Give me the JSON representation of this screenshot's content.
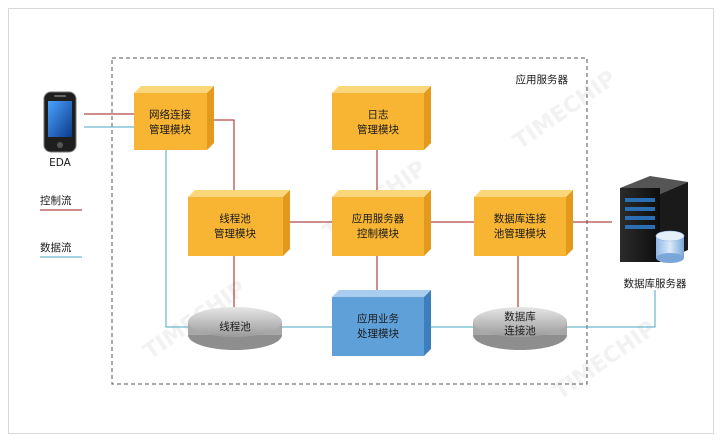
{
  "server_label": "应用服务器",
  "eda_label": "EDA",
  "db_server_label": "数据库服务器",
  "legend": {
    "control_label": "控制流",
    "data_label": "数据流",
    "control_color": "#9e1c1c",
    "data_color": "#4aa8c0"
  },
  "modules": {
    "network": [
      "网络连接",
      "管理模块"
    ],
    "log": [
      "日志",
      "管理模块"
    ],
    "threadpool_mgr": [
      "线程池",
      "管理模块"
    ],
    "app_control": [
      "应用服务器",
      "控制模块"
    ],
    "db_pool_mgr": [
      "数据库连接",
      "池管理模块"
    ],
    "thread_pool": [
      "线程池"
    ],
    "business": [
      "应用业务",
      "处理模块"
    ],
    "db_pool": [
      "数据库",
      "连接池"
    ]
  },
  "colors": {
    "orange_front": "#f7b533",
    "orange_top": "#fbd67a",
    "orange_side": "#e39a1c",
    "blue_front": "#5fa0d8",
    "blue_top": "#a9cdee",
    "blue_side": "#3d7fbd",
    "disk_top": "#dcdcdc",
    "disk_side": "#a9a9a9"
  }
}
